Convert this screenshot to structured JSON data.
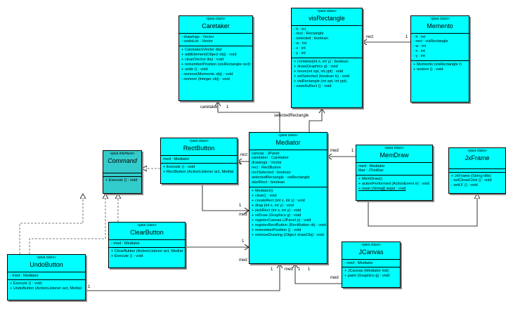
{
  "classes": {
    "caretaker": {
      "stereotype": "«java class»",
      "name": "Caretaker",
      "attributes": [
        "- drawings : Vector",
        "- undoList : Vector"
      ],
      "operations": [
        "+ Caretaker(Vector dw)",
        "+ addElement(Object obj) : void",
        "+ clear(Vector dw) : void",
        "+ rememberPosition (visRectangle rect) :",
        "+ undo () : void",
        "- remove(Memento obj) : void",
        "- remove (Integer obj) : void"
      ]
    },
    "visrectangle": {
      "stereotype": "«java class»",
      "name": "visRectangle",
      "attributes": [
        "- h : int",
        "- rect : Rectangle",
        "- selected : boolean",
        "- w : int",
        "- x : int",
        "- y : int"
      ],
      "operations": [
        "+ contains(int x, int y) : boolean",
        "+ draw(Graphics g) : void",
        "+ move(int xpt, int ypt) : void",
        "+ setSelected (boolean b) : void",
        "+ visRectangle (int xpt, int ypt)",
        "- saveAsRect () : void"
      ]
    },
    "memento": {
      "stereotype": "«java class»",
      "name": "Memento",
      "attributes": [
        "- h : int",
        "- rect : visRectangle",
        "- w : int",
        "- x : int",
        "- y : int"
      ],
      "operations": [
        "+ Memento (visRectangle r)",
        "+ restore () : void"
      ]
    },
    "command": {
      "stereotype": "«java interface»",
      "name": "Command",
      "attributes": [],
      "operations": [
        "+ Execute () : void"
      ]
    },
    "rectbutton": {
      "stereotype": "«java class»",
      "name": "RectButton",
      "attributes": [
        "med : Mediator"
      ],
      "operations": [
        "+ Execute () : void",
        "+ RectButton (ActionListener act, Mediat"
      ]
    },
    "mediator": {
      "stereotype": "«java class»",
      "name": "Mediator",
      "attributes": [
        "canvas : JPanel",
        "caretaker : Caretaker",
        "drawings : Vector",
        "rect : RectButton",
        "rectSelected : boolean",
        "selectedRectangle : visRectangle",
        "startRect : boolean"
      ],
      "operations": [
        "+ Mediator()",
        "+ clear() : void",
        "+ createRect (int x, int y) : void",
        "+ drag (int x, int y) : void",
        "+ pickRect (int x, int y) : void",
        "+ reDraw (Graphics g) : void",
        "+ registerCanvas (JPanel p) : void",
        "+ registerRectButton (RectButton rb) : void",
        "+ rememberPosition () : void",
        "+ removeDrawing (Object drawObj) : void"
      ]
    },
    "memdraw": {
      "stereotype": "«java class»",
      "name": "MemDraw",
      "attributes": [
        "med : Mediator",
        "tbar : JToolbar"
      ],
      "operations": [
        "+ MemDraw()",
        "+ actionPerformed (ActionEvent e) : void",
        "+ main (String[] args) : void"
      ]
    },
    "jxframe": {
      "stereotype": "«java class»",
      "name": "JxFrame",
      "attributes": [],
      "operations": [
        "+ JxFrame (String title)",
        "- setCloseClick () : void",
        "- setLF () : void"
      ]
    },
    "clearbutton": {
      "stereotype": "«java class»",
      "name": "ClearButton",
      "attributes": [
        "- med : Mediator"
      ],
      "operations": [
        "+ ClearButton (ActionListener act, Mediat",
        "+ Execute () : void"
      ]
    },
    "jcanvas": {
      "stereotype": "«java class»",
      "name": "JCanvas",
      "attributes": [
        "- med : Mediator"
      ],
      "operations": [
        "+ JCanvas (Mediator md)",
        "+ paint (Graphics g) : void"
      ]
    },
    "undobutton": {
      "stereotype": "«java class»",
      "name": "UndoButton",
      "attributes": [
        "- med : Mediator"
      ],
      "operations": [
        "+ Execute () : void",
        "+ UndoButton (ActionListener act, Mediat"
      ]
    }
  },
  "labels": {
    "rect": "rect",
    "rect_mult": "1",
    "caretaker": "caretaker",
    "caretaker_mult": "1",
    "selectedrectangle": "selectedRectangle",
    "selectedrectangle_mult": "1",
    "rect2": "rect",
    "rect2_mult": "1",
    "med_memdraw": "med",
    "med_memdraw_mult": "1",
    "med_rb": "med",
    "med_rb_mult": "1",
    "med_undo": "med",
    "med_undo_mult": "1",
    "med_clear_mult": "1",
    "med_j1": "med",
    "med_j1_mult": "1",
    "med_j2": "med",
    "med_j2_mult": "1",
    "undo_mult": "1"
  },
  "colors": {
    "class_fill": "#00ffff",
    "interface_fill": "#33cccc",
    "shadow": "#888888"
  }
}
